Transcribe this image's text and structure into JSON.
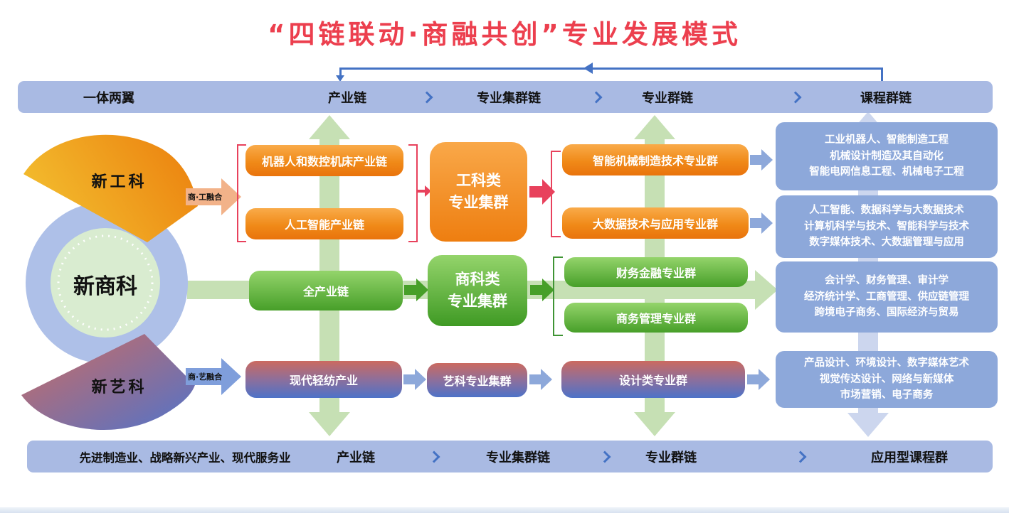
{
  "title": "“四链联动·商融共创”专业发展模式",
  "top_bar": {
    "label": "一体两翼",
    "stages": [
      "产业链",
      "专业集群链",
      "专业群链",
      "课程群链"
    ]
  },
  "bottom_bar": {
    "label": "先进制造业、战略新兴产业、现代服务业",
    "stages": [
      "产业链",
      "专业集群链",
      "专业群链",
      "应用型课程群"
    ]
  },
  "hub": {
    "new_engineering": "新工科",
    "new_business": "新商科",
    "new_art": "新艺科",
    "fusion_engineering": "商·工融合",
    "fusion_art": "商·艺融合"
  },
  "engineering_row": {
    "industry_chains": [
      "机器人和数控机床产业链",
      "人工智能产业链"
    ],
    "cluster_line1": "工科类",
    "cluster_line2": "专业集群",
    "groups": [
      "智能机械制造技术专业群",
      "大数据技术与应用专业群"
    ],
    "courses_a": {
      "lines": [
        "工业机器人、智能制造工程",
        "机械设计制造及其自动化",
        "智能电网信息工程、机械电子工程"
      ]
    },
    "courses_b": {
      "lines": [
        "人工智能、数据科学与大数据技术",
        "计算机科学与技术、智能科学与技术",
        "数字媒体技术、大数据管理与应用"
      ]
    }
  },
  "business_row": {
    "industry_chain": "全产业链",
    "cluster_line1": "商科类",
    "cluster_line2": "专业集群",
    "groups": [
      "财务金融专业群",
      "商务管理专业群"
    ],
    "courses": {
      "lines": [
        "会计学、财务管理、审计学",
        "经济统计学、工商管理、供应链管理",
        "跨境电子商务、国际经济与贸易"
      ]
    }
  },
  "art_row": {
    "industry_chain": "现代轻纺产业",
    "cluster": "艺科专业集群",
    "group": "设计类专业群",
    "courses": {
      "lines": [
        "产品设计、环境设计、数字媒体艺术",
        "视觉传达设计、网络与新媒体",
        "市场营销、电子商务"
      ]
    }
  },
  "colors": {
    "title_red": "#ec3f4e",
    "bar_blue": "#a9bae3",
    "course_box_blue": "#8da8da",
    "orange_box": "#ee7e10",
    "green_box": "#479f29",
    "art_box_top": "#cb6a60",
    "art_box_bottom": "#4d72c8",
    "flow_green": "#c6e0b4",
    "flow_lavender": "#ccd6ee",
    "bracket_red": "#e8415c",
    "bracket_green": "#3f9434",
    "line_blue": "#4472c4",
    "fusion_orange": "#f2b289",
    "fusion_blue": "#7f9edb"
  }
}
